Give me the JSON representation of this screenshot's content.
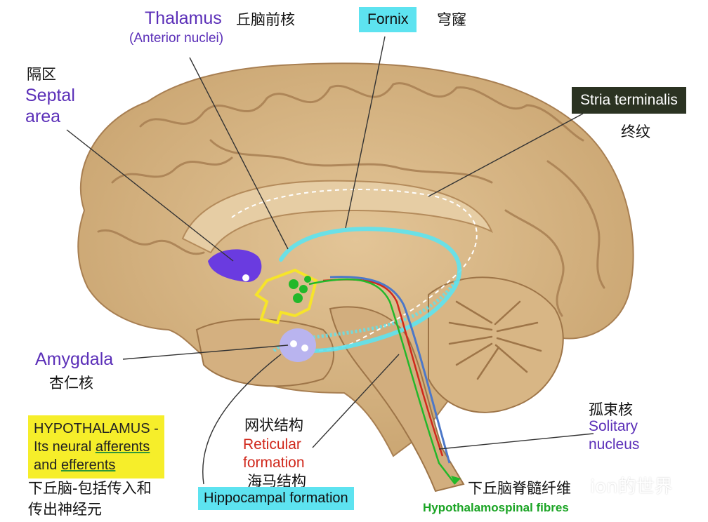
{
  "labels": {
    "thalamus_en": "Thalamus",
    "thalamus_zh": "丘脑前核",
    "thalamus_sub": "(Anterior nuclei)",
    "fornix_en": "Fornix",
    "fornix_zh": "穹窿",
    "septal_zh": "隔区",
    "septal_en_1": "Septal",
    "septal_en_2": "area",
    "stria_en": "Stria  terminalis",
    "stria_zh": "终纹",
    "amygdala_en": "Amygdala",
    "amygdala_zh": "杏仁核",
    "hypo_line1": "HYPOTHALAMUS -",
    "hypo_line2_a": "Its neural ",
    "hypo_line2_b": "afferents",
    "hypo_line3_a": "and ",
    "hypo_line3_b": "efferents",
    "hypo_zh_1": "下丘脑-包括传入和",
    "hypo_zh_2": "传出神经元",
    "reticular_zh": "网状结构",
    "reticular_en_1": "Reticular",
    "reticular_en_2": "formation",
    "hippocampal_zh": "海马结构",
    "hippocampal_en": "Hippocampal formation",
    "solitary_zh": "孤束核",
    "solitary_en_1": "Solitary",
    "solitary_en_2": "nucleus",
    "hts_zh": "下丘脑脊髓纤维",
    "hts_en": "Hypothalamospinal fibres",
    "watermark": "ion的世界"
  },
  "colors": {
    "brain": "#d9b98b",
    "brain_shadow": "#a87f52",
    "fornix": "#5de3f0",
    "septal": "#6a3be0",
    "amygdala": "#b9b4ef",
    "hypothalamus": "#f6e42a",
    "reticular": "#d0281c",
    "hypothalamospinal": "#22b82a",
    "solitary": "#4d78c8"
  }
}
